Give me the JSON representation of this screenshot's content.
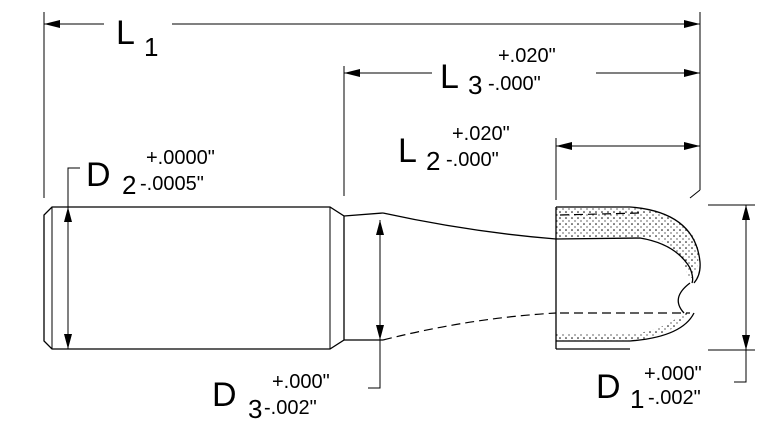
{
  "dimensions": {
    "L1": {
      "symbol": "L",
      "subscript": "1"
    },
    "L3": {
      "symbol": "L",
      "subscript": "3",
      "tol_plus": "+.020\"",
      "tol_minus": "-.000\""
    },
    "L2": {
      "symbol": "L",
      "subscript": "2",
      "tol_plus": "+.020\"",
      "tol_minus": "-.000\""
    },
    "D2": {
      "symbol": "D",
      "subscript": "2",
      "tol_plus": "+.0000\"",
      "tol_minus": "-.0005\""
    },
    "D3": {
      "symbol": "D",
      "subscript": "3",
      "tol_plus": "+.000\"",
      "tol_minus": "-.002\""
    },
    "D1": {
      "symbol": "D",
      "subscript": "1",
      "tol_plus": "+.000\"",
      "tol_minus": "-.002\""
    }
  },
  "colors": {
    "line": "#000000",
    "background": "#ffffff"
  }
}
